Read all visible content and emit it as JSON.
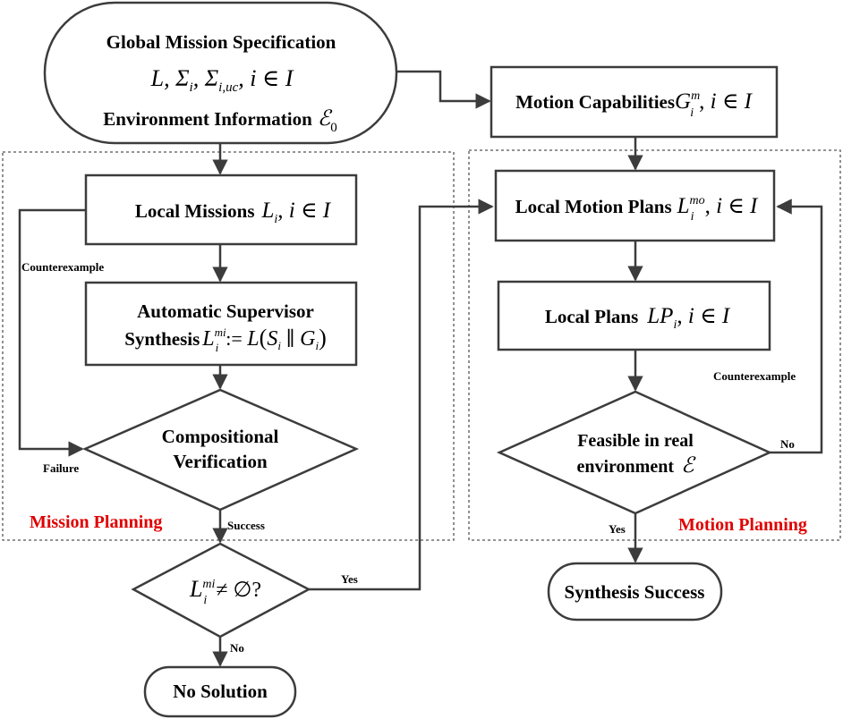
{
  "nodes": {
    "global_mission": {
      "title": "Global Mission Specification",
      "formula": "L, Σ_i, Σ_i,uc, i ∈ I",
      "subtitle": "Environment Information",
      "env_symbol": "ℰ_0"
    },
    "motion_capabilities": {
      "label": "Motion Capabilities",
      "formula": "G_i^m, i ∈ I"
    },
    "local_missions": {
      "label": "Local Missions",
      "formula": "L_i, i ∈ I"
    },
    "local_motion_plans": {
      "label": "Local Motion Plans",
      "formula": "L_i^mo, i ∈ I"
    },
    "auto_supervisor": {
      "line1": "Automatic Supervisor",
      "line2": "Synthesis",
      "formula": "L_i^mi := L(S_i ∥ G_i)"
    },
    "local_plans": {
      "label": "Local Plans",
      "formula": "LP_i, i ∈ I"
    },
    "compositional_verification": {
      "line1": "Compositional",
      "line2": "Verification"
    },
    "feasible": {
      "line1": "Feasible in real",
      "line2": "environment",
      "env_symbol": "ℰ"
    },
    "nonempty_check": {
      "formula": "L_i^mi ≠ ∅?"
    },
    "synthesis_success": {
      "label": "Synthesis Success"
    },
    "no_solution": {
      "label": "No Solution"
    }
  },
  "edge_labels": {
    "counterexample_left": "Counterexample",
    "failure": "Failure",
    "success": "Success",
    "yes_middle": "Yes",
    "no_bottom": "No",
    "counterexample_right": "Counterexample",
    "no_right": "No",
    "yes_right": "Yes"
  },
  "regions": {
    "mission_planning": "Mission Planning",
    "motion_planning": "Motion Planning"
  },
  "colors": {
    "region_label": "#e00000",
    "stroke": "#3c3c3c"
  }
}
